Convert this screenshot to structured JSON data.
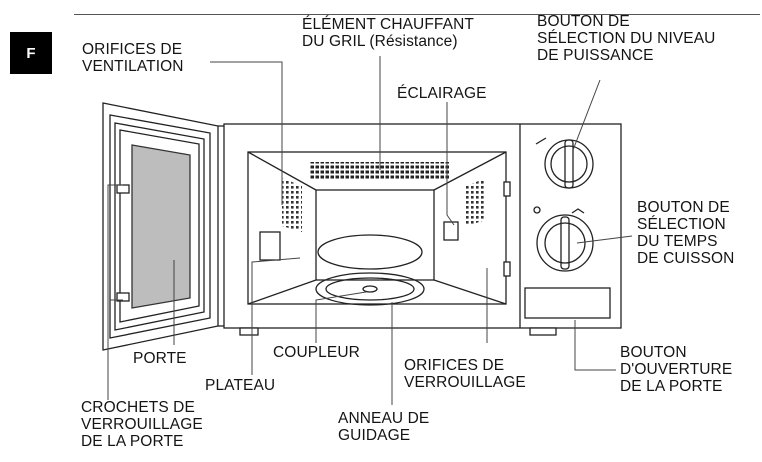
{
  "page": {
    "tab": "F"
  },
  "labels": {
    "orifices_ventilation": [
      "ORIFICES DE",
      "VENTILATION"
    ],
    "element_chauffant": [
      "ÉLÉMENT CHAUFFANT",
      "DU GRIL (Résistance)"
    ],
    "bouton_puissance": [
      "BOUTON DE",
      "SÉLECTION DU NIVEAU",
      "DE PUISSANCE"
    ],
    "eclairage": [
      "ÉCLAIRAGE"
    ],
    "bouton_temps": [
      "BOUTON DE",
      "SÉLECTION",
      "DU TEMPS",
      "DE CUISSON"
    ],
    "porte": [
      "PORTE"
    ],
    "coupleur": [
      "COUPLEUR"
    ],
    "plateau": [
      "PLATEAU"
    ],
    "orifices_verrouillage": [
      "ORIFICES DE",
      "VERROUILLAGE"
    ],
    "bouton_ouverture": [
      "BOUTON",
      "D'OUVERTURE",
      "DE LA PORTE"
    ],
    "crochets": [
      "CROCHETS DE",
      "VERROUILLAGE",
      "DE LA PORTE"
    ],
    "anneau": [
      "ANNEAU DE",
      "GUIDAGE"
    ]
  }
}
